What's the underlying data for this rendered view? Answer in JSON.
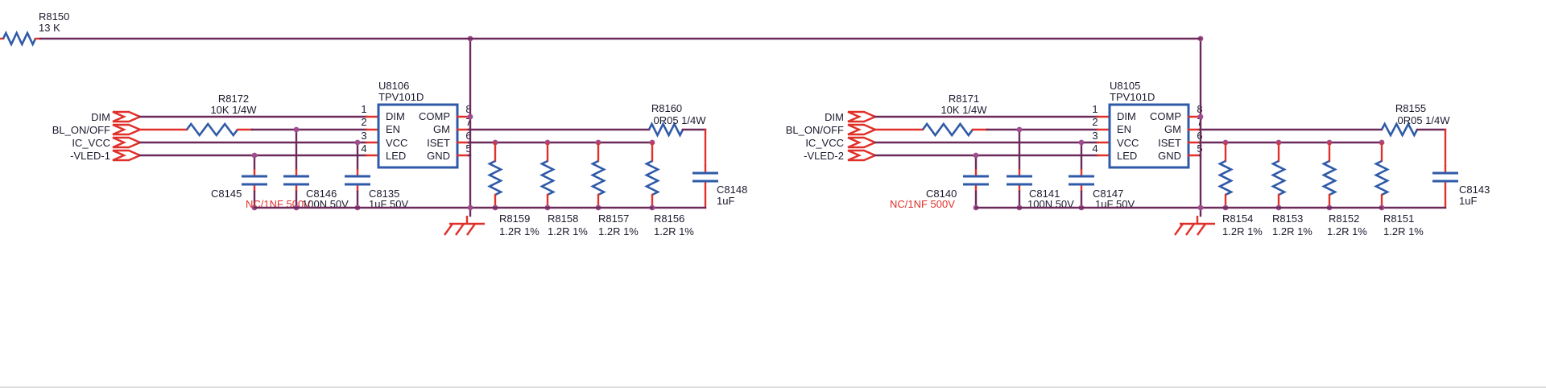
{
  "colors": {
    "wire": "#6b2a5a",
    "pin": "#e0302a",
    "component": "#2f5aa8",
    "node": "#a04d8f",
    "text": "#1a1a2e",
    "red_text": "#e0302a"
  },
  "top_resistor": {
    "ref": "R8150",
    "value": "13 K"
  },
  "circuits": [
    {
      "ic": {
        "ref": "U8106",
        "part": "TPV101D",
        "pins_left": [
          {
            "num": "1",
            "name": "DIM"
          },
          {
            "num": "2",
            "name": "EN"
          },
          {
            "num": "3",
            "name": "VCC"
          },
          {
            "num": "4",
            "name": "LED"
          }
        ],
        "pins_right": [
          {
            "num": "8",
            "name": "COMP"
          },
          {
            "num": "7",
            "name": "GM"
          },
          {
            "num": "6",
            "name": "ISET"
          },
          {
            "num": "5",
            "name": "GND"
          }
        ]
      },
      "ports": [
        "DIM",
        "BL_ON/OFF",
        "IC_VCC",
        "-VLED-1"
      ],
      "series_resistor": {
        "ref": "R8172",
        "value": "10K 1/4W"
      },
      "caps": [
        {
          "ref": "C8145",
          "value": "NC/1NF 500V",
          "value_red": true
        },
        {
          "ref": "C8146",
          "value": "100N 50V",
          "value_red": false
        },
        {
          "ref": "C8135",
          "value": "1uF 50V",
          "value_red": false
        }
      ],
      "out_resistor": {
        "ref": "R8160",
        "value": "0R05 1/4W"
      },
      "out_cap": {
        "ref": "C8148",
        "value": "1uF"
      },
      "sense_resistors": [
        {
          "ref": "R8159",
          "value": "1.2R 1%"
        },
        {
          "ref": "R8158",
          "value": "1.2R 1%"
        },
        {
          "ref": "R8157",
          "value": "1.2R 1%"
        },
        {
          "ref": "R8156",
          "value": "1.2R 1%"
        }
      ]
    },
    {
      "ic": {
        "ref": "U8105",
        "part": "TPV101D",
        "pins_left": [
          {
            "num": "1",
            "name": "DIM"
          },
          {
            "num": "2",
            "name": "EN"
          },
          {
            "num": "3",
            "name": "VCC"
          },
          {
            "num": "4",
            "name": "LED"
          }
        ],
        "pins_right": [
          {
            "num": "8",
            "name": "COMP"
          },
          {
            "num": "7",
            "name": "GM"
          },
          {
            "num": "6",
            "name": "ISET"
          },
          {
            "num": "5",
            "name": "GND"
          }
        ]
      },
      "ports": [
        "DIM",
        "BL_ON/OFF",
        "IC_VCC",
        "-VLED-2"
      ],
      "series_resistor": {
        "ref": "R8171",
        "value": "10K 1/4W"
      },
      "caps": [
        {
          "ref": "C8140",
          "value": "NC/1NF 500V",
          "value_red": true
        },
        {
          "ref": "C8141",
          "value": "100N 50V",
          "value_red": false
        },
        {
          "ref": "C8147",
          "value": "1uF 50V",
          "value_red": false
        }
      ],
      "out_resistor": {
        "ref": "R8155",
        "value": "0R05 1/4W"
      },
      "out_cap": {
        "ref": "C8143",
        "value": "1uF"
      },
      "sense_resistors": [
        {
          "ref": "R8154",
          "value": "1.2R 1%"
        },
        {
          "ref": "R8153",
          "value": "1.2R 1%"
        },
        {
          "ref": "R8152",
          "value": "1.2R 1%"
        },
        {
          "ref": "R8151",
          "value": "1.2R 1%"
        }
      ]
    }
  ]
}
